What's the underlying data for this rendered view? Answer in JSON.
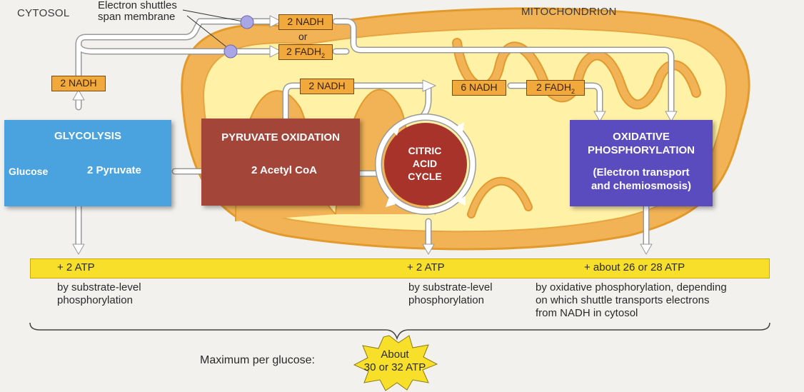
{
  "regions": {
    "cytosol": "CYTOSOL",
    "mitochondrion": "MITOCHONDRION"
  },
  "shuttle_caption": [
    "Electron shuttles",
    "span membrane"
  ],
  "shuttle_labels": {
    "nadh": "2 NADH",
    "or": "or",
    "fadh": "2 FADH",
    "fadh_sub": "2"
  },
  "glycolysis": {
    "title": "GLYCOLYSIS",
    "glucose": "Glucose",
    "pyruvate": "2 Pyruvate",
    "nadh": "2 NADH"
  },
  "pyruvate_oxidation": {
    "title": "PYRUVATE OXIDATION",
    "product": "2 Acetyl CoA",
    "nadh": "2 NADH"
  },
  "citric_acid_cycle": {
    "lines": [
      "CITRIC",
      "ACID",
      "CYCLE"
    ],
    "nadh": "6 NADH",
    "fadh": "2 FADH",
    "fadh_sub": "2"
  },
  "oxidative_phosphorylation": {
    "title_lines": [
      "OXIDATIVE",
      "PHOSPHORYLATION"
    ],
    "sub_lines": [
      "(Electron transport",
      "and chemiosmosis)"
    ]
  },
  "atp_yields": {
    "glycolysis": "+ 2 ATP",
    "citric": "+ 2 ATP",
    "oxidative": "+ about 26 or 28 ATP",
    "glycolysis_note": [
      "by substrate-level",
      "phosphorylation"
    ],
    "citric_note": [
      "by substrate-level",
      "phosphorylation"
    ],
    "oxidative_note": [
      "by oxidative phosphorylation, depending",
      "on which shuttle transports electrons",
      "from NADH in cytosol"
    ]
  },
  "total": {
    "label": "Maximum per glucose:",
    "burst_lines": [
      "About",
      "30 or 32 ATP"
    ]
  },
  "colors": {
    "glycolysis": "#4aa3df",
    "pyruvate_oxidation": "#a4453a",
    "citric": "#a8332a",
    "oxidative": "#5a4bbf",
    "atp_bar": "#f7df2a",
    "label": "#f2a93b",
    "mito_outer": "#f2b357"
  }
}
